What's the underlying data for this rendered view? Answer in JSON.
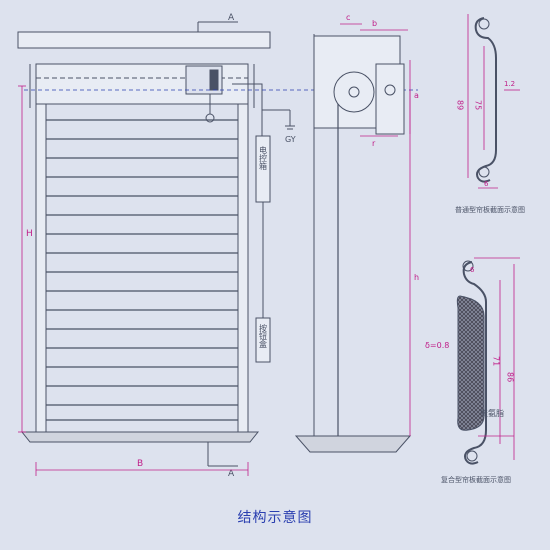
{
  "caption": "结构示意图",
  "labels": {
    "section_a": "A",
    "width_b": "B",
    "height_h": "H",
    "control_box": "电控箱",
    "button_box": "按钮盒",
    "ground": "GY",
    "dim_c": "c",
    "dim_b": "b",
    "dim_a": "a",
    "dim_r": "r",
    "dim_h": "h",
    "dim_89": "89",
    "dim_75": "75",
    "dim_1_2": "1.2",
    "dim_6_top": "6",
    "dim_6_bot": "6",
    "dim_86": "86",
    "dim_71": "71",
    "delta": "δ=0.8",
    "foam_label": "聚氨脂",
    "profile_top_caption": "普通型帘板截面示意图",
    "profile_bottom_caption": "复合型帘板截面示意图"
  },
  "colors": {
    "line": "#4a5266",
    "dim": "#c0208a",
    "axis": "#2a3fb0",
    "fill": "#e8ecf4"
  }
}
